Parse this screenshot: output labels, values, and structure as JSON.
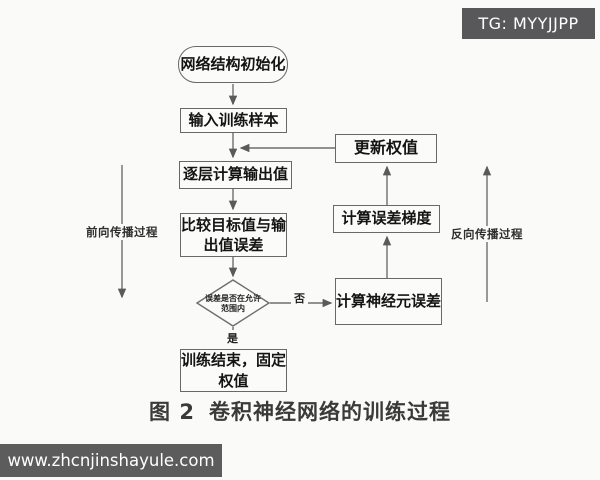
{
  "page": {
    "background": "#fafaf8",
    "badge_bg": "#58585a",
    "bar_bg": "#5c5c5c",
    "line_color": "#6e6e6e",
    "border_color": "#686868"
  },
  "watermark": {
    "telegram": "TG: MYYJJPP",
    "website": "www.zhcnjinshayule.com"
  },
  "flowchart": {
    "nodes": {
      "start": "网络结构初始化",
      "input_sample": "输入训练样本",
      "layer_output": "逐层计算输出值",
      "compare_error": "比较目标值与输\n出值误差",
      "decision": "误差是否在允许\n范围内",
      "train_end": "训练结束，固定\n权值",
      "update_weights": "更新权值",
      "error_gradient": "计算误差梯度",
      "neuron_error": "计算神经元误差"
    },
    "edge_labels": {
      "yes": "是",
      "no": "否"
    },
    "side_labels": {
      "forward": "前向传播过程",
      "backward": "反向传播过程"
    }
  },
  "caption": {
    "figure_no": "图 2",
    "title": "卷积神经网络的训练过程"
  }
}
